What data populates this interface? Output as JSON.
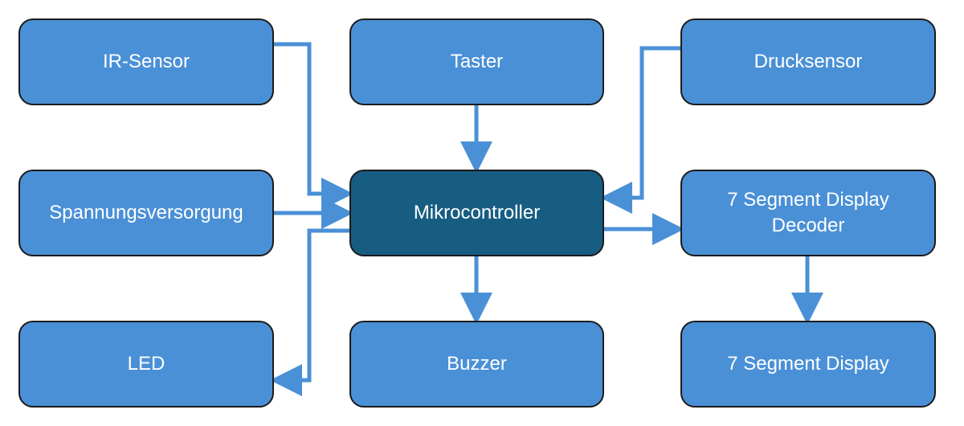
{
  "diagram": {
    "colors": {
      "node_fill": "#4a90d6",
      "core_fill": "#175d82",
      "border": "#1b1b1b",
      "arrow": "#4a90d6",
      "text": "#ffffff"
    },
    "nodes": {
      "ir_sensor": "IR-Sensor",
      "taster": "Taster",
      "drucksensor": "Drucksensor",
      "spannungsversorgung": "Spannungsversorgung",
      "mikrocontroller": "Mikrocontroller",
      "decoder": "7 Segment Display\nDecoder",
      "led": "LED",
      "buzzer": "Buzzer",
      "display": "7 Segment Display"
    },
    "edges": [
      {
        "from": "IR-Sensor",
        "to": "Mikrocontroller"
      },
      {
        "from": "Taster",
        "to": "Mikrocontroller"
      },
      {
        "from": "Drucksensor",
        "to": "Mikrocontroller"
      },
      {
        "from": "Spannungsversorgung",
        "to": "Mikrocontroller"
      },
      {
        "from": "Mikrocontroller",
        "to": "LED"
      },
      {
        "from": "Mikrocontroller",
        "to": "Buzzer"
      },
      {
        "from": "Mikrocontroller",
        "to": "7 Segment Display\nDecoder"
      },
      {
        "from": "7 Segment Display\nDecoder",
        "to": "7 Segment Display"
      }
    ]
  }
}
